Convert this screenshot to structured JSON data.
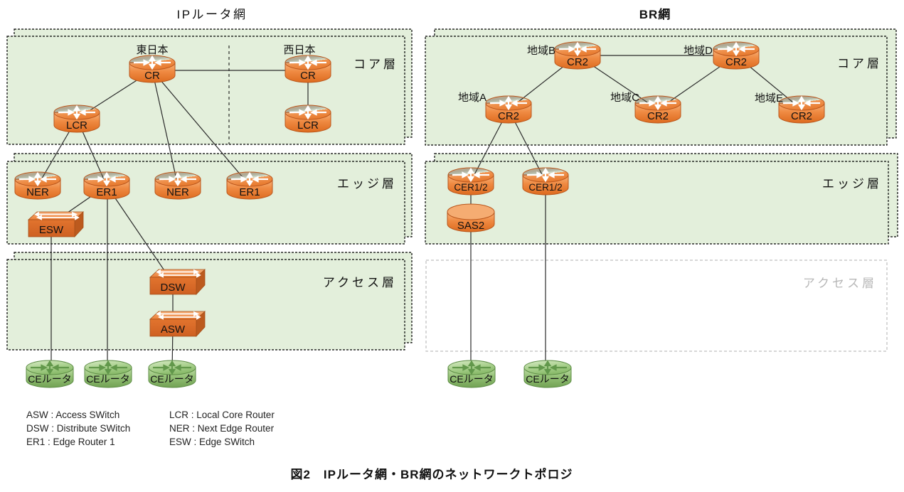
{
  "ip": {
    "title": "IPルータ網",
    "region_east": "東日本",
    "region_west": "西日本",
    "layers": {
      "core": "コア層",
      "edge": "エッジ層",
      "access": "アクセス層"
    },
    "nodes": {
      "cr_east": "CR",
      "cr_west": "CR",
      "lcr_east": "LCR",
      "lcr_west": "LCR",
      "ner_1": "NER",
      "er1_1": "ER1",
      "ner_2": "NER",
      "er1_2": "ER1",
      "esw": "ESW",
      "dsw": "DSW",
      "asw": "ASW",
      "ce_1": "CEルータ",
      "ce_2": "CEルータ",
      "ce_3": "CEルータ"
    }
  },
  "br": {
    "title": "BR網",
    "regions": {
      "a": "地域A",
      "b": "地域B",
      "c": "地域C",
      "d": "地域D",
      "e": "地域E"
    },
    "layers": {
      "core": "コア層",
      "edge": "エッジ層",
      "access": "アクセス層"
    },
    "nodes": {
      "cr2_a": "CR2",
      "cr2_b": "CR2",
      "cr2_c": "CR2",
      "cr2_d": "CR2",
      "cr2_e": "CR2",
      "cer_1": "CER1/2",
      "cer_2": "CER1/2",
      "sas2": "SAS2",
      "ce_1": "CEルータ",
      "ce_2": "CEルータ"
    }
  },
  "legend": {
    "col1": [
      "ASW : Access SWitch",
      "DSW : Distribute SWitch",
      "ER1 : Edge Router 1"
    ],
    "col2": [
      "LCR : Local Core Router",
      "NER : Next Edge Router",
      "ESW : Edge SWitch"
    ]
  },
  "caption": "図2　IPルータ網・BR網のネットワークトポロジ",
  "colors": {
    "layer_fill": "#E3EFDB",
    "router_orange": "#ED7D31",
    "router_green": "#93C47D",
    "inactive_gray": "#BFBFBF"
  }
}
